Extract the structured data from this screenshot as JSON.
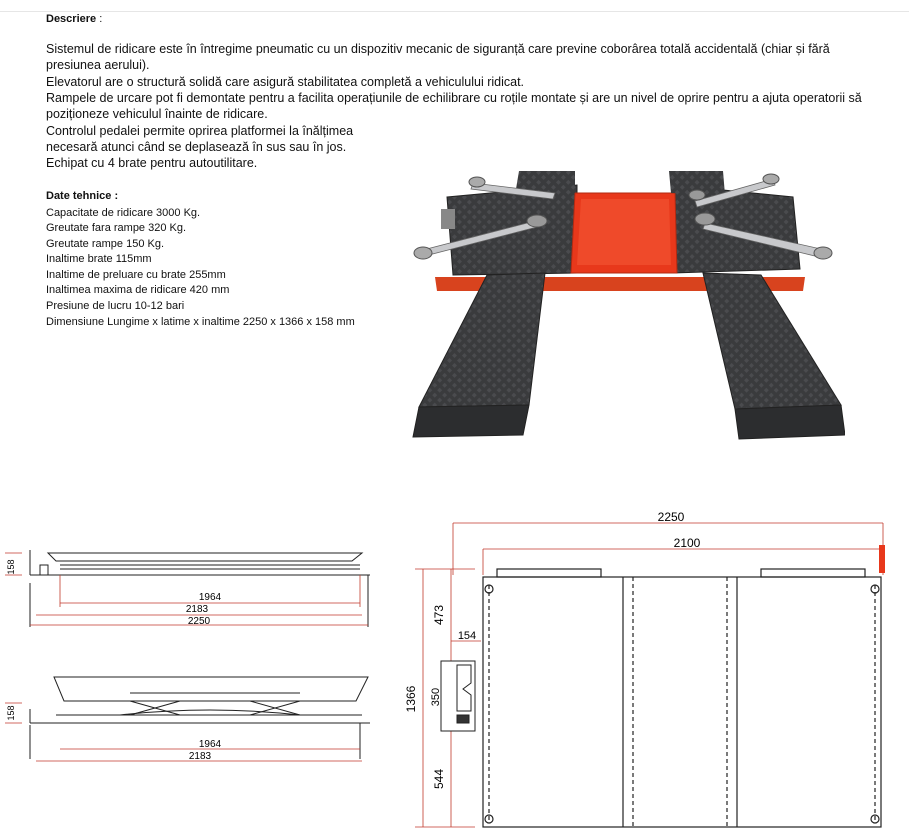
{
  "description": {
    "heading": "Descriere",
    "heading_suffix": " :",
    "lines": [
      "Sistemul de ridicare este în întregime pneumatic cu un dispozitiv mecanic de siguranță care previne coborârea totală accidentală (chiar și fără",
      "presiunea aerului).",
      "Elevatorul are o structură solidă care asigură stabilitatea completă a vehiculului ridicat.",
      "Rampele de urcare pot fi demontate pentru a facilita operațiunile de echilibrare cu roțile montate și are un nivel de oprire pentru a ajuta operatorii să",
      "poziționeze vehiculul înainte de ridicare.",
      "Controlul pedalei permite oprirea platformei la înălțimea",
      "necesară atunci când se deplasează în sus sau în jos.",
      "Echipat cu 4 brate pentru autoutilitare."
    ]
  },
  "technical": {
    "heading": "Date tehnice :",
    "specs": [
      "Capacitate de ridicare  3000 Kg.",
      "Greutate fara rampe  320 Kg.",
      "Greutate rampe  150 Kg.",
      "Inaltime brate 115mm",
      "Inaltime de preluare cu brate 255mm",
      "Inaltimea maxima de ridicare  420 mm",
      "Presiune de lucru 10-12 bari",
      "Dimensiune  Lungime x latime x inaltime   2250 x 1366 x 158  mm"
    ]
  },
  "drawing_side_closed": {
    "height": "158",
    "dims": [
      "1964",
      "2183",
      "2250"
    ]
  },
  "drawing_side_open": {
    "height": "158",
    "dims": [
      "1964",
      "2183"
    ]
  },
  "drawing_top": {
    "length_outer": "2250",
    "length_inner": "2100",
    "width_total": "1366",
    "seg_top": "473",
    "seg_mid": "350",
    "seg_bottom": "544",
    "offset": "154"
  },
  "colors": {
    "platform_red": "#e8381b",
    "ramp_dark": "#3a3b3d",
    "dimension_red": "#c0392b"
  }
}
